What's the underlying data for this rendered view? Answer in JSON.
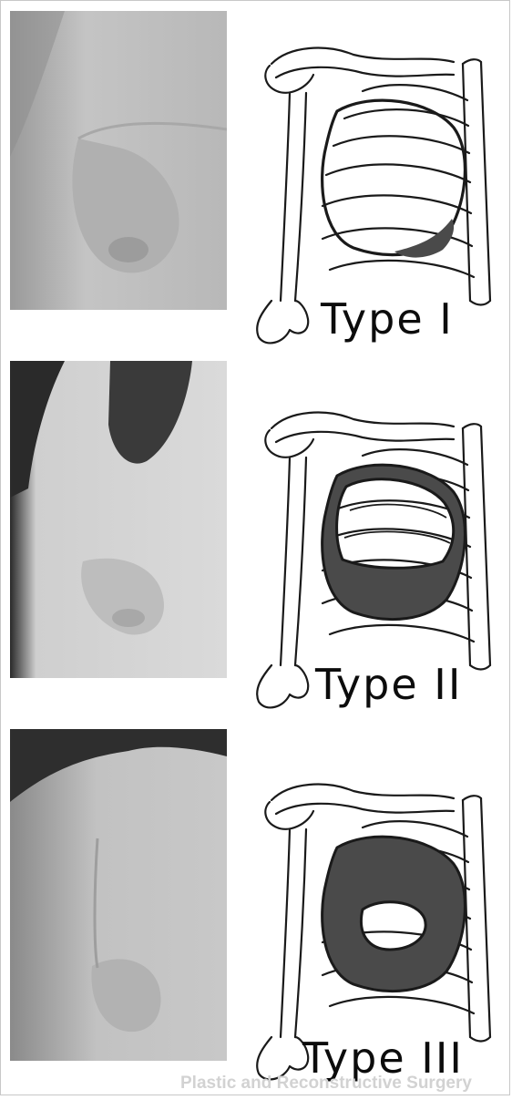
{
  "panels": [
    {
      "label": "Type I"
    },
    {
      "label": "Type II"
    },
    {
      "label": "Type III"
    }
  ],
  "watermark": "Plastic and Reconstructive Surgery",
  "colors": {
    "bone_outline": "#1a1a1a",
    "shaded_region": "#4a4a4a",
    "photo_tone": "#cfcfcf"
  }
}
